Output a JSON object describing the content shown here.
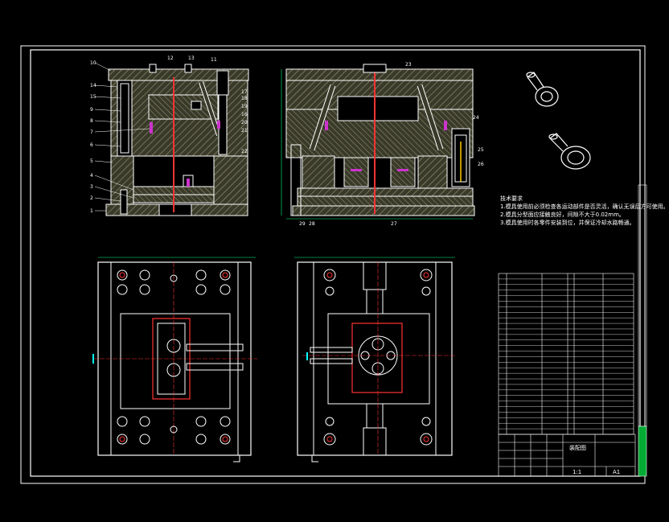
{
  "drawing": {
    "notes_title": "技术要求",
    "notes": [
      "1.模具使用前必须检查各运动部件是否灵活，确认无误后方可使用。",
      "2.模具分型面应接触良好，间隙不大于0.02mm。",
      "3.模具使用时各零件安装到位，并保证冷却水路畅通。"
    ],
    "part_numbers_left": [
      "10",
      "14",
      "15",
      "9",
      "8",
      "7",
      "6",
      "5",
      "4",
      "3",
      "2",
      "1"
    ],
    "part_numbers_top": [
      "12",
      "13",
      "11",
      "17",
      "18",
      "19",
      "16",
      "20",
      "21",
      "22"
    ],
    "part_numbers_right": [
      "23",
      "24",
      "25",
      "26",
      "27",
      "28",
      "29"
    ],
    "title_block": {
      "name_cell": "装配图",
      "scale_cell": "1:1",
      "sheet_size": "A1"
    },
    "colors": {
      "background": "#000000",
      "lines": "#ffffff",
      "hatch": "#8a8a6a",
      "dimension": "#00ff88",
      "center": "#ff3333",
      "highlight": "#cc33cc",
      "part_outline": "#00ffff"
    }
  }
}
